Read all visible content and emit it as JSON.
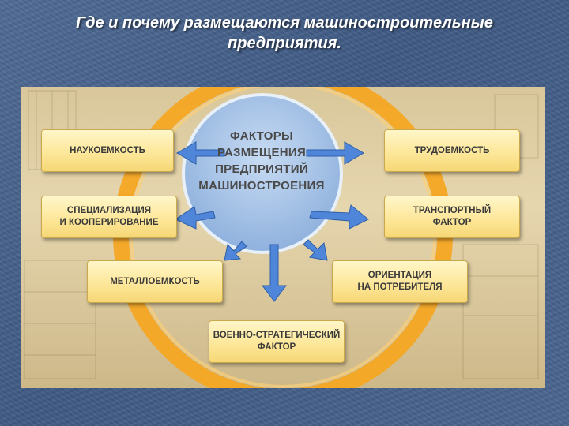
{
  "slide": {
    "title_line1": "Где и почему размещаются машиностроительные",
    "title_line2": "предприятия."
  },
  "diagram": {
    "center": "ФАКТОРЫ\nРАЗМЕЩЕНИЯ\nПРЕДПРИЯТИЙ\nМАШИНОСТРОЕНИЯ",
    "factors": {
      "science": "НАУКОЕМКОСТЬ",
      "labor": "ТРУДОЕМКОСТЬ",
      "specialization": "СПЕЦИАЛИЗАЦИЯ\nИ КООПЕРИРОВАНИЕ",
      "transport": "ТРАНСПОРТНЫЙ\nФАКТОР",
      "metal": "МЕТАЛЛОЕМКОСТЬ",
      "consumer": "ОРИЕНТАЦИЯ\nНА ПОТРЕБИТЕЛЯ",
      "military": "ВОЕННО-СТРАТЕГИЧЕСКИЙ\nФАКТОР"
    }
  },
  "colors": {
    "ring": "#f5a623",
    "circle": "#a9c4e6",
    "arrow": "#4f86d9",
    "box": "#fde79a"
  }
}
